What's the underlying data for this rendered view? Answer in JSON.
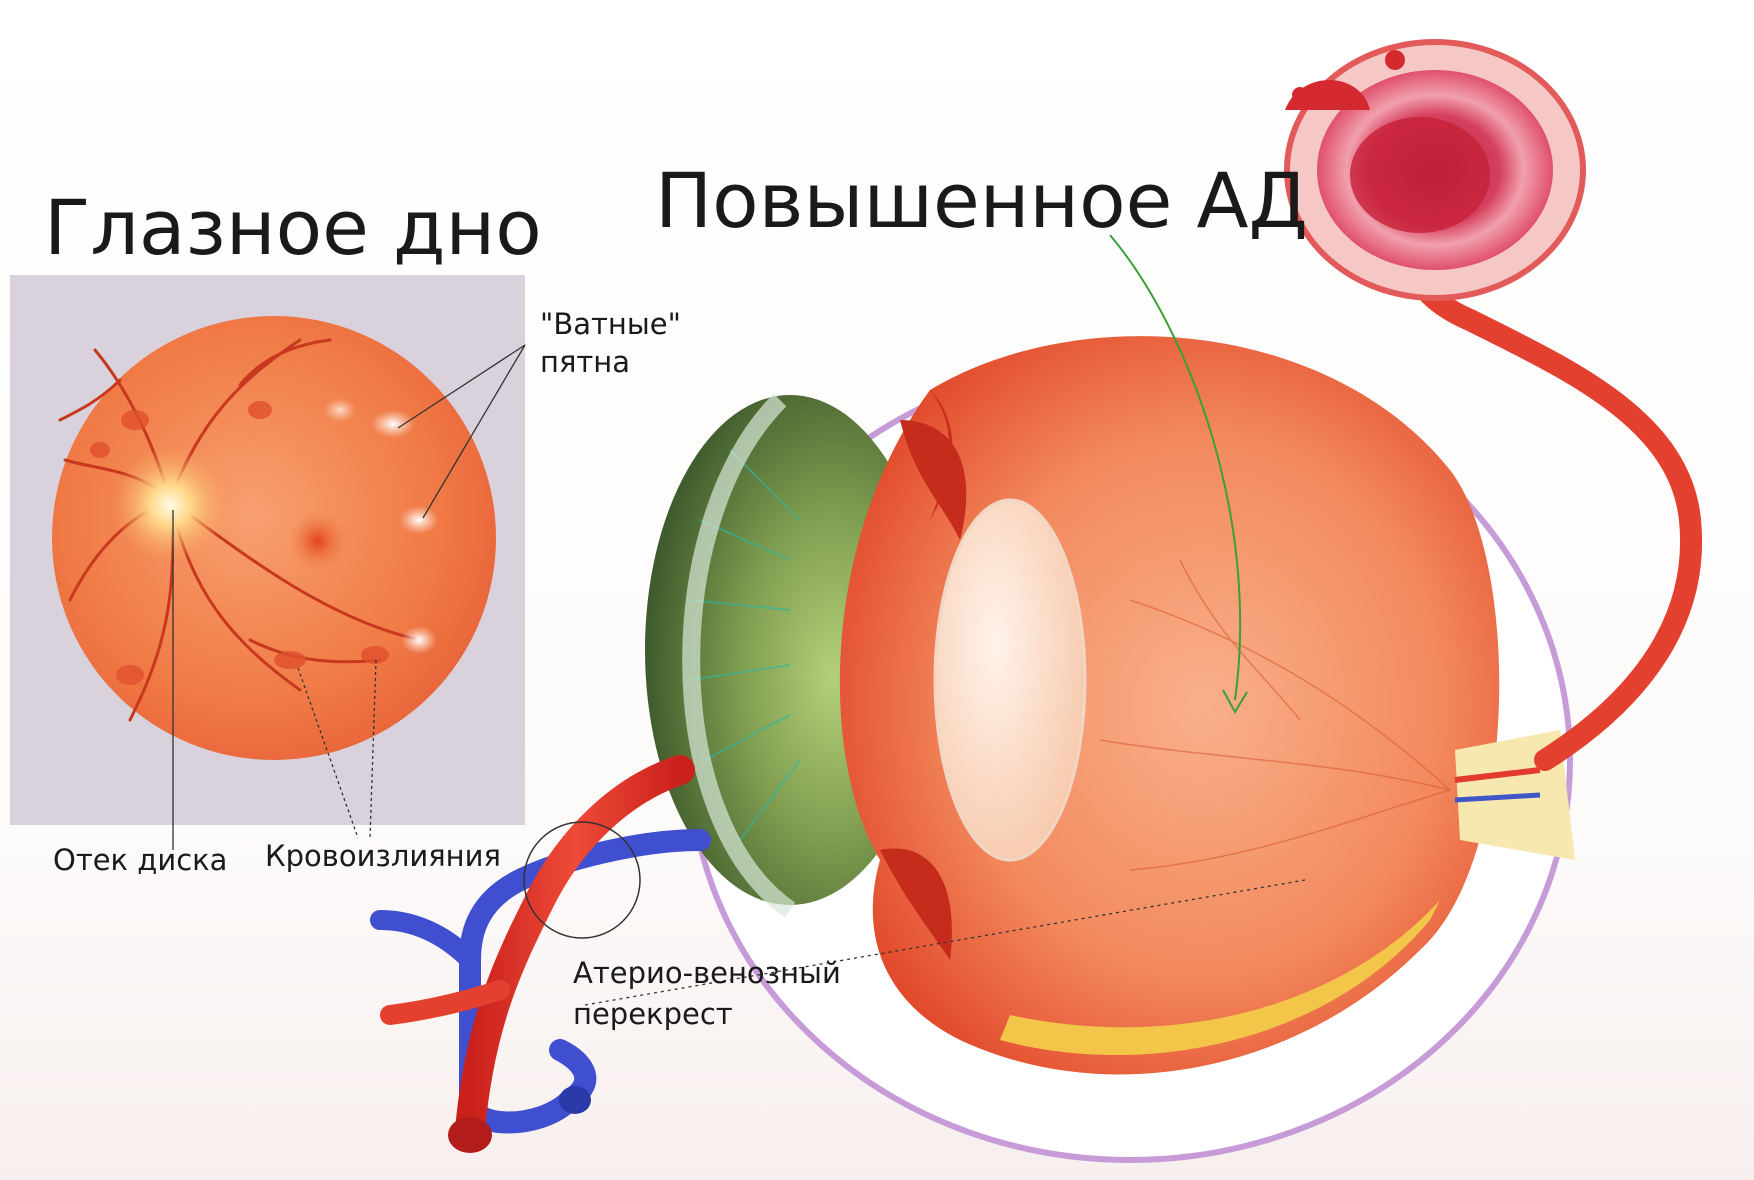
{
  "titles": {
    "fundus": "Глазное дно",
    "pressure": "Повышенное АД"
  },
  "labels": {
    "cotton_line1": "\"Ватные\"",
    "cotton_line2": "пятна",
    "disc_edema": "Отек диска",
    "hemorrhages": "Кровоизлияния",
    "av_line1": "Атерио-венозный",
    "av_line2": "перекрест"
  },
  "colors": {
    "fundus_bg": "#f07a45",
    "artery": "#e53a2a",
    "vein": "#3f4fd0",
    "sclera_outline": "#c79ad8",
    "iris": "#6f8f4a"
  }
}
